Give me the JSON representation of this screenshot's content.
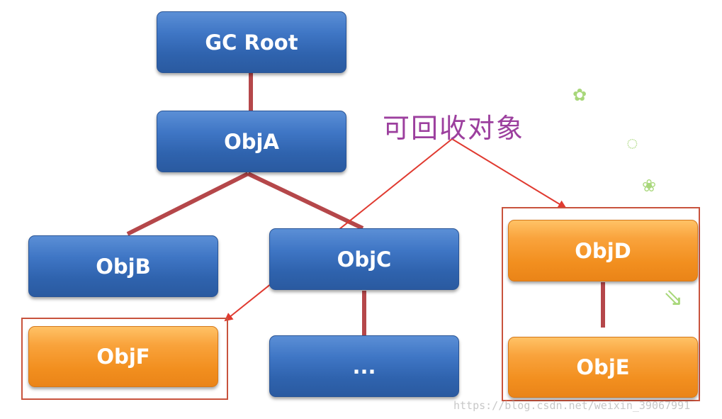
{
  "diagram": {
    "annotation": "可回收对象",
    "watermark": "https://blog.csdn.net/weixin_39067991",
    "nodes": {
      "gc_root": "GC Root",
      "obj_a": "ObjA",
      "obj_b": "ObjB",
      "obj_c": "ObjC",
      "obj_f": "ObjF",
      "ellipsis": "...",
      "obj_d": "ObjD",
      "obj_e": "ObjE"
    },
    "colors": {
      "reachable_node": "#3f76c5",
      "unreachable_node": "#f28f1f",
      "reference_line": "#b5474a",
      "arrow": "#e03a30",
      "annotation_text": "#9c3f9e",
      "group_border": "#c8533d"
    },
    "icons": [
      "leaf-decoration-icon",
      "leaf-decoration-icon",
      "leaf-decoration-icon",
      "leaf-decoration-icon"
    ]
  }
}
